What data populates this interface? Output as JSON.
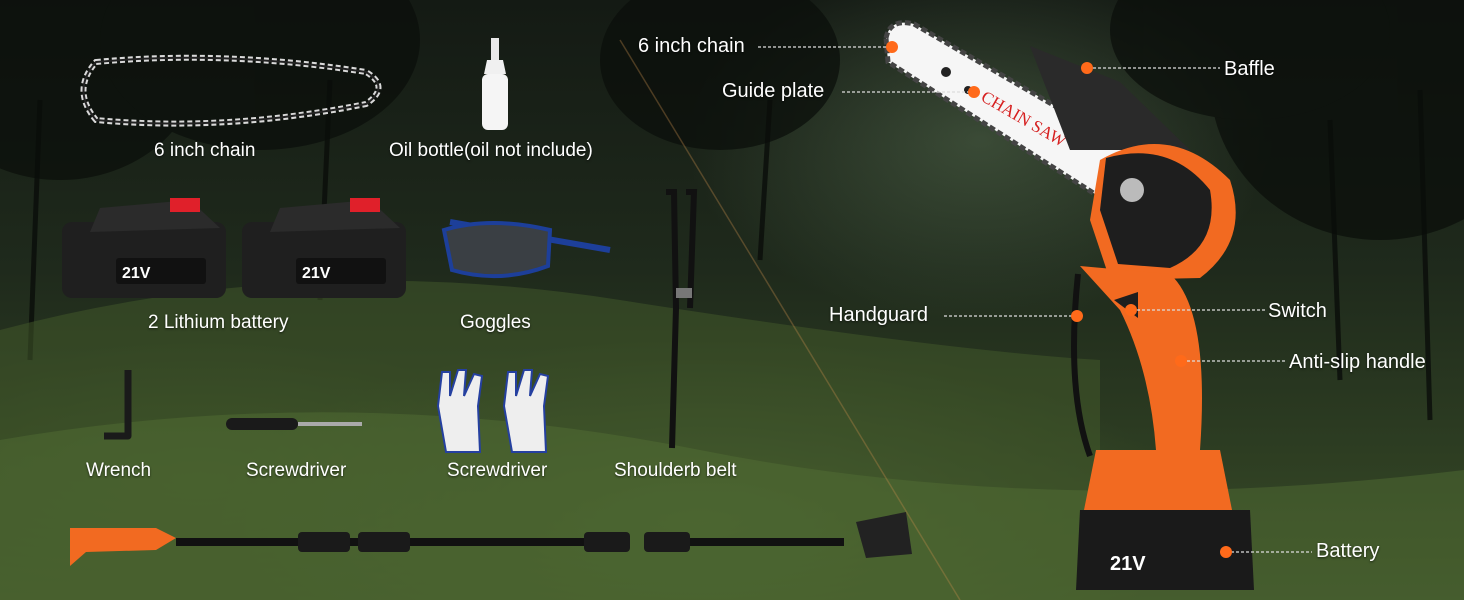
{
  "accessories": {
    "chain": "6 inch chain",
    "oil_bottle": "Oil bottle(oil not include)",
    "battery": "2 Lithium battery",
    "goggles": "Goggles",
    "wrench": "Wrench",
    "screwdriver": "Screwdriver",
    "gloves": "Screwdriver",
    "belt": "Shoulderb belt"
  },
  "battery_text": "21V",
  "bar_text": "CHAIN SAW",
  "callouts": {
    "chain": "6 inch chain",
    "guide_plate": "Guide plate",
    "handguard": "Handguard",
    "baffle": "Baffle",
    "switch": "Switch",
    "handle": "Anti-slip handle",
    "battery": "Battery"
  },
  "colors": {
    "orange": "#f26a21",
    "dot": "#ff6a1a",
    "body_black": "#1e1e1e"
  }
}
